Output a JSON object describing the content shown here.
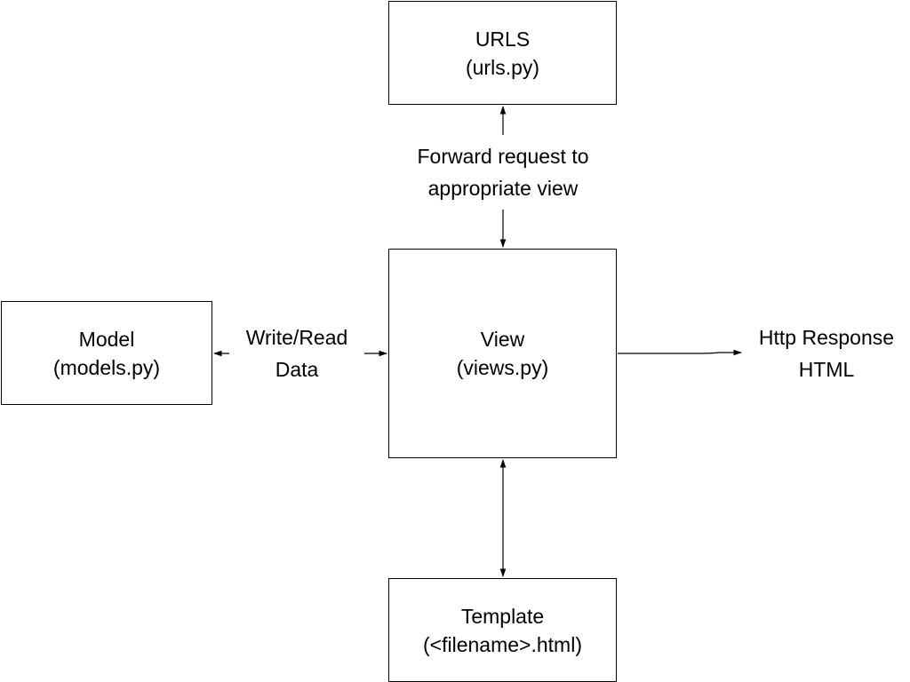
{
  "nodes": {
    "urls": {
      "line1": "URLS",
      "line2": "(urls.py)"
    },
    "view": {
      "line1": "View",
      "line2": "(views.py)"
    },
    "model": {
      "line1": "Model",
      "line2": "(models.py)"
    },
    "template": {
      "line1": "Template",
      "line2": "(<filename>.html)"
    }
  },
  "edges": {
    "forward": {
      "line1": "Forward request to",
      "line2": "appropriate view"
    },
    "readwrite": {
      "line1": "Write/Read",
      "line2": "Data"
    },
    "response": {
      "line1": "Http Response",
      "line2": "HTML"
    }
  },
  "colors": {
    "stroke": "#000000",
    "background": "#ffffff"
  }
}
